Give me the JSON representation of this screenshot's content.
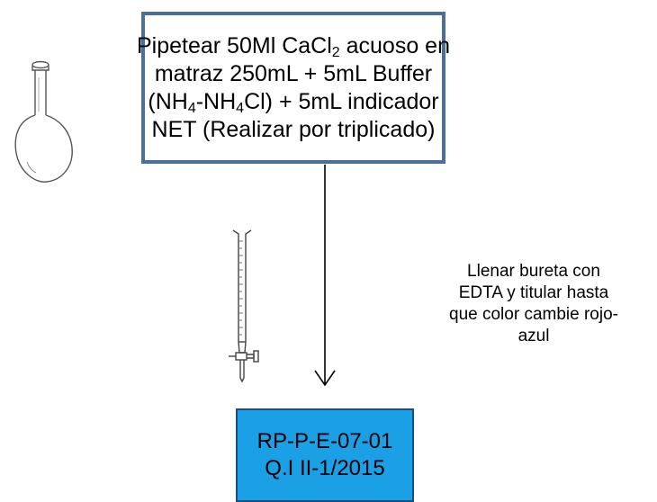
{
  "procedure_box": {
    "line1": "Pipetear 50Ml CaCl",
    "line1_sub": "2",
    "line1_tail": " acuoso en",
    "line2": "matraz 250mL + 5mL Buffer",
    "line3_a": "(NH",
    "line3_sub1": "4",
    "line3_b": "-NH",
    "line3_sub2": "4",
    "line3_c": "Cl) + 5mL indicador",
    "line4": "NET (Realizar por triplicado)"
  },
  "titration_note": {
    "line1": "Llenar bureta con",
    "line2": "EDTA y titular  hasta",
    "line3": "que color cambie rojo-",
    "line4": "azul"
  },
  "result_box": {
    "line1": "RP-P-E-07-01",
    "line2": "Q.I II-1/2015"
  },
  "colors": {
    "procedure_border": "#4a6f9c",
    "result_fill": "#1ba0e6"
  },
  "icons": {
    "flask": "round-bottom-flask-icon",
    "burette": "burette-icon"
  }
}
